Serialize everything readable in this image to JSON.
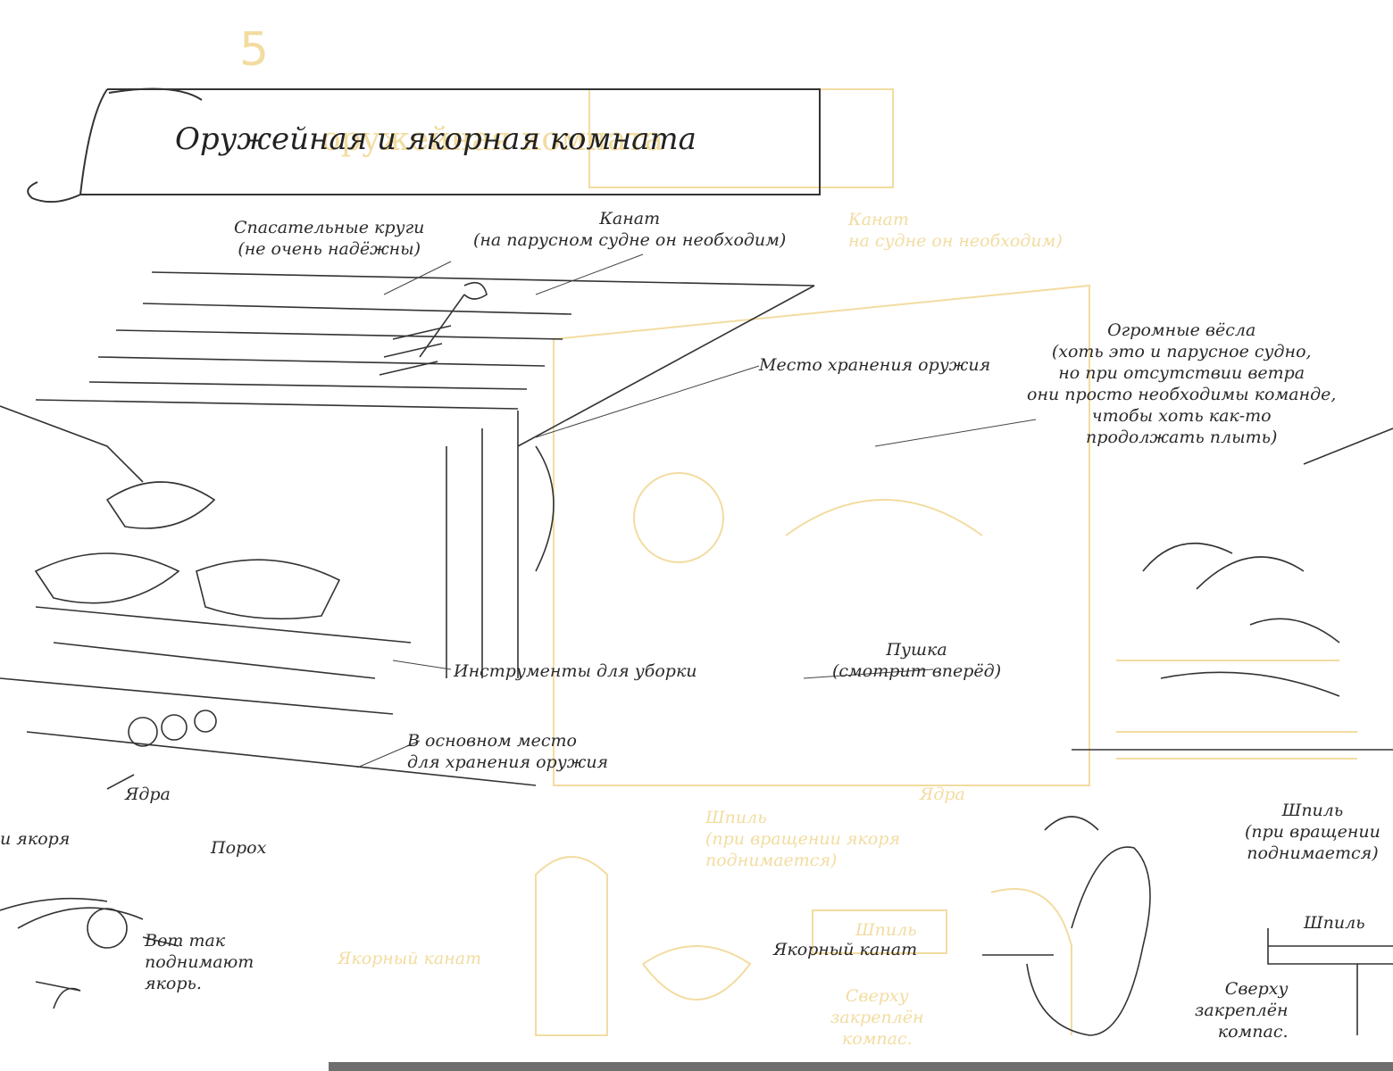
{
  "page": {
    "number": "5"
  },
  "title": "Оружейная и якорная комната",
  "ghost_title": "оружейная комната",
  "labels": {
    "life_rings": "Спасательные круги\n(не очень надёжны)",
    "rope": "Канат\n(на парусном судне он необходим)",
    "weapon_storage": "Место хранения оружия",
    "oars": "Огромные вёсла\n(хоть это и парусное судно,\nно при отсутствии ветра\nони просто необходимы команде,\nчтобы хоть как-то\nпродолжать плыть)",
    "cleaning_tools": "Инструменты для уборки",
    "cannon": "Пушка\n(смотрит вперёд)",
    "mainly_storage": "В основном место\nдля хранения оружия",
    "cannonballs": "Ядра",
    "anchor_partial": "и якоря",
    "gunpowder": "Порох",
    "capstan": "Шпиль\n(при вращении\nподнимается)",
    "capstan_short": "Шпиль",
    "how_anchor": "Вот так\nподнимают\nякорь.",
    "anchor_rope": "Якорный канат",
    "compass": "Сверху\nзакреплён\nкомпас."
  },
  "ghost_labels": {
    "rope": "Канат\nна судне он необходим)",
    "cannonballs": "Ядра",
    "capstan": "Шпиль\n(при вращении якоря\nподнимается)",
    "anchor_rope": "Якорный канат",
    "capstan_box": "Шпиль",
    "compass": "Сверху\nзакреплён\nкомпас."
  },
  "colors": {
    "ink": "#2a2a2a",
    "ghost": "#f2dca0",
    "rule": "#6e6e6e"
  }
}
